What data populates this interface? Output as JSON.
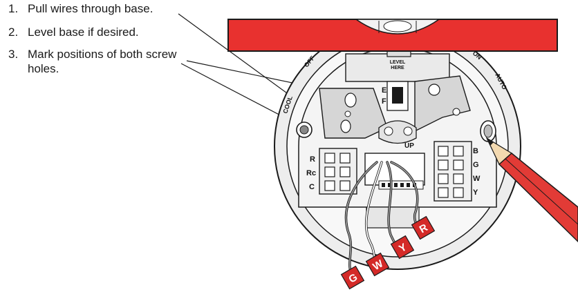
{
  "instructions": [
    {
      "number": "1.",
      "text": "Pull wires through base."
    },
    {
      "number": "2.",
      "text": "Level base if desired."
    },
    {
      "number": "3.",
      "text": "Mark positions of both screw holes."
    }
  ],
  "base_labels": {
    "off": "OFF",
    "cool": "COOL",
    "on": "ON",
    "auto": "AUTO",
    "level_here_line1": "LEVEL",
    "level_here_line2": "HERE",
    "switch_e": "E",
    "switch_f": "F",
    "up": "UP",
    "terminal_r": "R",
    "terminal_rc": "Rc",
    "terminal_c": "C",
    "terminal_b": "B",
    "terminal_g": "G",
    "terminal_w": "W",
    "terminal_y": "Y"
  },
  "wire_tags": [
    "G",
    "W",
    "Y",
    "R"
  ],
  "colors": {
    "level_red": "#e8312f",
    "tag_red": "#d42a28",
    "pencil_red": "#e23b36",
    "outline": "#1a1a1a",
    "ring_fill": "#ededed",
    "base_fill": "#f4f4f4"
  }
}
